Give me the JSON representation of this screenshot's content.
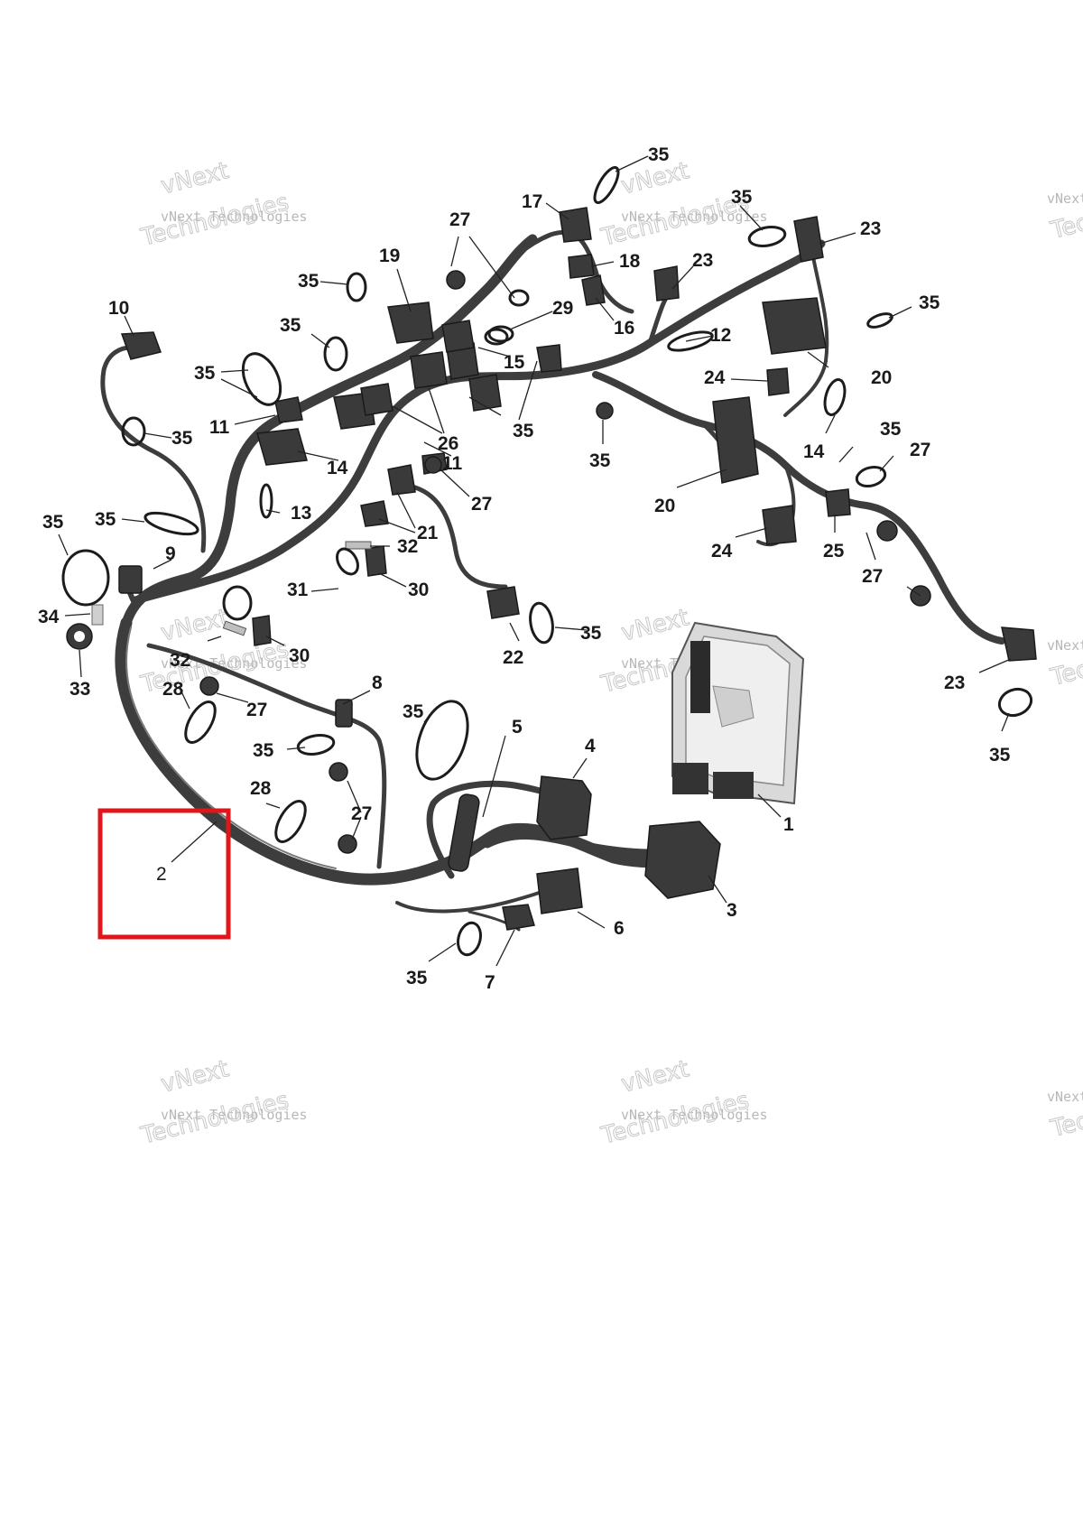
{
  "watermark": {
    "brand_line": "vNext Technologies",
    "big_word": "Technologies",
    "top_word": "vNext"
  },
  "highlight": {
    "color": "#e0161b",
    "selected_part": "2"
  },
  "callouts": [
    {
      "id": "c-35-a",
      "label": "35"
    },
    {
      "id": "c-17",
      "label": "17"
    },
    {
      "id": "c-35-b",
      "label": "35"
    },
    {
      "id": "c-23-a",
      "label": "23"
    },
    {
      "id": "c-27-a",
      "label": "27"
    },
    {
      "id": "c-23-b",
      "label": "23"
    },
    {
      "id": "c-19",
      "label": "19"
    },
    {
      "id": "c-18",
      "label": "18"
    },
    {
      "id": "c-35-c",
      "label": "35"
    },
    {
      "id": "c-35-d",
      "label": "35"
    },
    {
      "id": "c-29",
      "label": "29"
    },
    {
      "id": "c-16",
      "label": "16"
    },
    {
      "id": "c-10",
      "label": "10"
    },
    {
      "id": "c-35-e",
      "label": "35"
    },
    {
      "id": "c-35-f",
      "label": "35"
    },
    {
      "id": "c-15",
      "label": "15"
    },
    {
      "id": "c-20-a",
      "label": "20"
    },
    {
      "id": "c-35-g",
      "label": "35"
    },
    {
      "id": "c-24-a",
      "label": "24"
    },
    {
      "id": "c-12",
      "label": "12"
    },
    {
      "id": "c-11-a",
      "label": "11"
    },
    {
      "id": "c-35-h",
      "label": "35"
    },
    {
      "id": "c-14-a",
      "label": "14"
    },
    {
      "id": "c-26",
      "label": "26"
    },
    {
      "id": "c-35-i",
      "label": "35"
    },
    {
      "id": "c-27-b",
      "label": "27"
    },
    {
      "id": "c-35-j",
      "label": "35"
    },
    {
      "id": "c-11-b",
      "label": "11"
    },
    {
      "id": "c-14-b",
      "label": "14"
    },
    {
      "id": "c-27-c",
      "label": "27"
    },
    {
      "id": "c-20-b",
      "label": "20"
    },
    {
      "id": "c-13",
      "label": "13"
    },
    {
      "id": "c-35-k",
      "label": "35"
    },
    {
      "id": "c-35-l",
      "label": "35"
    },
    {
      "id": "c-21",
      "label": "21"
    },
    {
      "id": "c-32-a",
      "label": "32"
    },
    {
      "id": "c-24-b",
      "label": "24"
    },
    {
      "id": "c-25",
      "label": "25"
    },
    {
      "id": "c-9",
      "label": "9"
    },
    {
      "id": "c-27-d",
      "label": "27"
    },
    {
      "id": "c-31",
      "label": "31"
    },
    {
      "id": "c-30-a",
      "label": "30"
    },
    {
      "id": "c-34",
      "label": "34"
    },
    {
      "id": "c-35-m",
      "label": "35"
    },
    {
      "id": "c-22",
      "label": "22"
    },
    {
      "id": "c-32-b",
      "label": "32"
    },
    {
      "id": "c-30-b",
      "label": "30"
    },
    {
      "id": "c-23-c",
      "label": "23"
    },
    {
      "id": "c-33",
      "label": "33"
    },
    {
      "id": "c-28-a",
      "label": "28"
    },
    {
      "id": "c-27-e",
      "label": "27"
    },
    {
      "id": "c-8",
      "label": "8"
    },
    {
      "id": "c-35-n",
      "label": "35"
    },
    {
      "id": "c-5",
      "label": "5"
    },
    {
      "id": "c-35-o",
      "label": "35"
    },
    {
      "id": "c-35-p",
      "label": "35"
    },
    {
      "id": "c-4",
      "label": "4"
    },
    {
      "id": "c-28-b",
      "label": "28"
    },
    {
      "id": "c-27-f",
      "label": "27"
    },
    {
      "id": "c-1",
      "label": "1"
    },
    {
      "id": "c-2",
      "label": "2"
    },
    {
      "id": "c-3",
      "label": "3"
    },
    {
      "id": "c-6",
      "label": "6"
    },
    {
      "id": "c-35-q",
      "label": "35"
    },
    {
      "id": "c-7",
      "label": "7"
    }
  ]
}
